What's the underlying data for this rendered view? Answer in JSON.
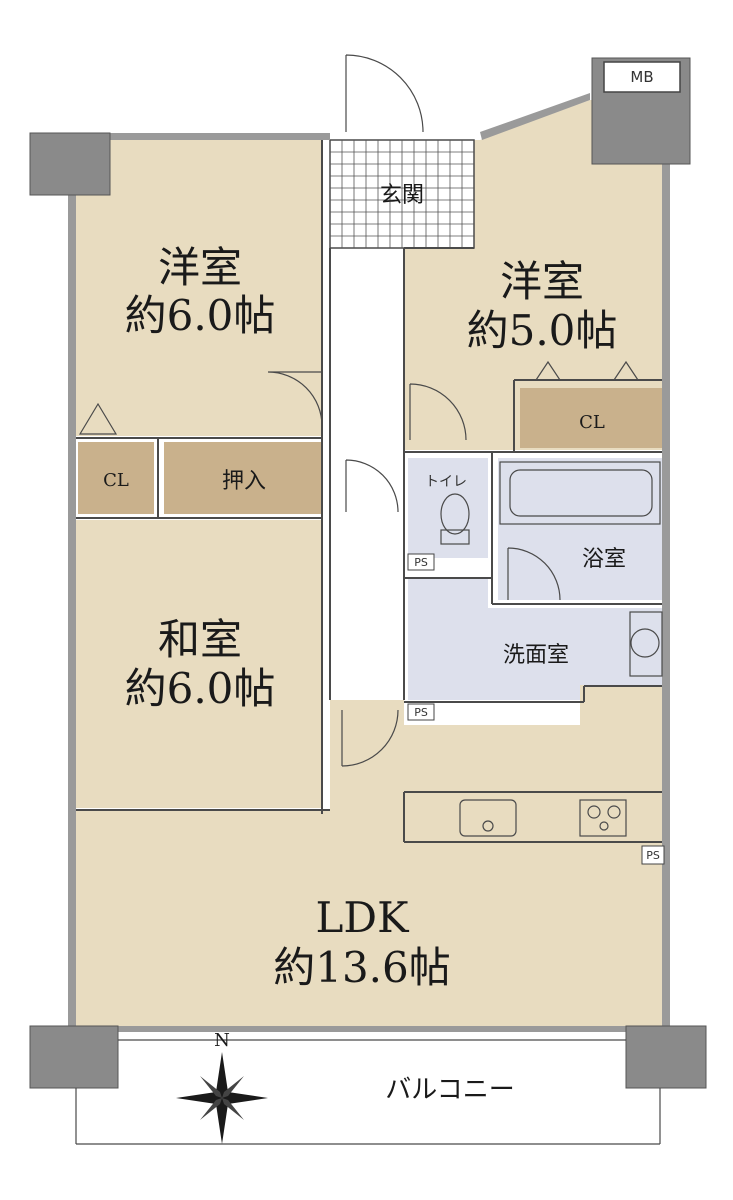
{
  "rooms": {
    "western_room_1": {
      "name": "洋室",
      "size": "約6.0帖"
    },
    "western_room_2": {
      "name": "洋室",
      "size": "約5.0帖"
    },
    "japanese_room": {
      "name": "和室",
      "size": "約6.0帖"
    },
    "ldk": {
      "name": "LDK",
      "size": "約13.6帖"
    },
    "entrance": {
      "name": "玄関"
    },
    "toilet": {
      "name": "トイレ"
    },
    "bathroom": {
      "name": "浴室"
    },
    "washroom": {
      "name": "洗面室"
    },
    "balcony": {
      "name": "バルコニー"
    }
  },
  "storage": {
    "closet_upper": "CL",
    "closet_left": "CL",
    "oshiire": "押入",
    "meter_box": "MB",
    "pipe_space": "PS"
  },
  "compass": {
    "north": "N"
  },
  "colors": {
    "room": "#e8dcc0",
    "storage": "#c9b18c",
    "wet_area": "#dde0ec",
    "wall": "#9a9a9a"
  }
}
